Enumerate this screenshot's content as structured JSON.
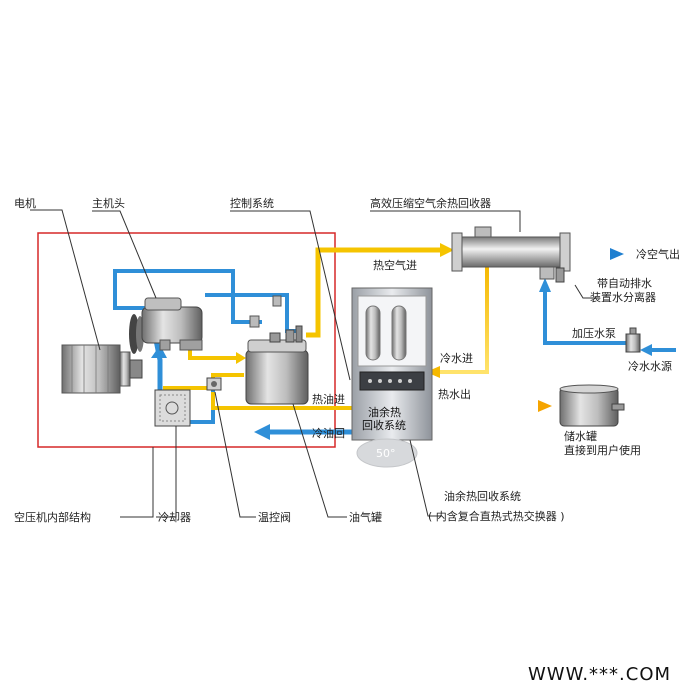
{
  "labels": {
    "motor": "电机",
    "main_head": "主机头",
    "control_system": "控制系统",
    "heat_recovery_exchanger": "高效压缩空气余热回收器",
    "hot_air_in": "热空气进",
    "cold_air_out": "冷空气出",
    "auto_drain_line1": "带自动排水",
    "auto_drain_line2": "装置水分离器",
    "booster_pump": "加压水泵",
    "cold_water_source": "冷水水源",
    "cold_water_in": "冷水进",
    "hot_water_out": "热水出",
    "hot_oil_in": "热油进",
    "cold_oil_return": "冷油回",
    "oil_recovery_box_line1": "油余热",
    "oil_recovery_box_line2": "回收系统",
    "storage_tank_line1": "储水罐",
    "storage_tank_line2": "直接到用户使用",
    "compressor_internal": "空压机内部结构",
    "cooler": "冷却器",
    "temp_valve": "温控阀",
    "oil_gas_tank": "油气罐",
    "oil_recovery_system_line1": "油余热回收系统",
    "oil_recovery_system_line2": "( 内含复合直热式热交换器 )",
    "badge": "50°",
    "watermark": "WWW.***.COM"
  },
  "colors": {
    "hot": "#f5c400",
    "hot_light": "#ffe680",
    "cold": "#2f8fd8",
    "frame": "#d62828",
    "leader": "#333333"
  }
}
